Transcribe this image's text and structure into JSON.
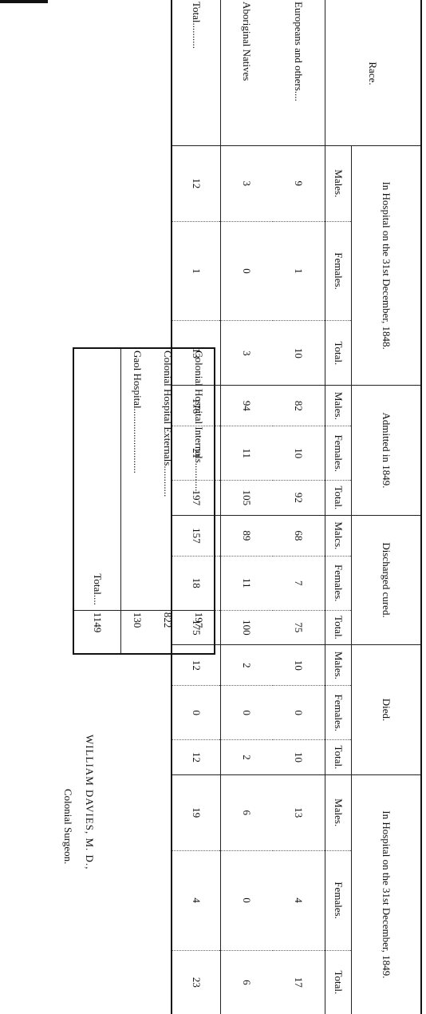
{
  "main_table": {
    "race_header": "Race.",
    "groups": [
      "In Hospital on the 31st December, 1848.",
      "Admitted in 1849.",
      "Discharged cured.",
      "Died.",
      "In Hospital on the 31st December, 1849."
    ],
    "sub_labels": {
      "m": "Males.",
      "f": "Females.",
      "t": "Total."
    },
    "sub_labels_alt": {
      "m": "Malcs."
    },
    "rows": [
      {
        "label": "Europeans and others....",
        "values": [
          "9",
          "1",
          "10",
          "82",
          "10",
          "92",
          "68",
          "7",
          "75",
          "10",
          "0",
          "10",
          "13",
          "4",
          "17"
        ]
      },
      {
        "label": "Aboriginal Natives",
        "values": [
          "3",
          "0",
          "3",
          "94",
          "11",
          "105",
          "89",
          "11",
          "100",
          "2",
          "0",
          "2",
          "6",
          "0",
          "6"
        ]
      },
      {
        "label": "Total..........",
        "values": [
          "12",
          "1",
          "13",
          "176",
          "21",
          "197",
          "157",
          "18",
          "175",
          "12",
          "0",
          "12",
          "19",
          "4",
          "23"
        ]
      }
    ]
  },
  "summary_table": {
    "rows": [
      {
        "label": "Colonial Hospital Internals............",
        "value": "197"
      },
      {
        "label": "Colonial Hospital Externals............",
        "value": "822"
      },
      {
        "label": "Gaol Hospital.........................",
        "value": "130"
      }
    ],
    "total_label": "Total....",
    "total_value": "1149"
  },
  "signature": {
    "name": "WILLIAM DAVIES, M. D.,",
    "title": "Colonial Surgeon."
  }
}
